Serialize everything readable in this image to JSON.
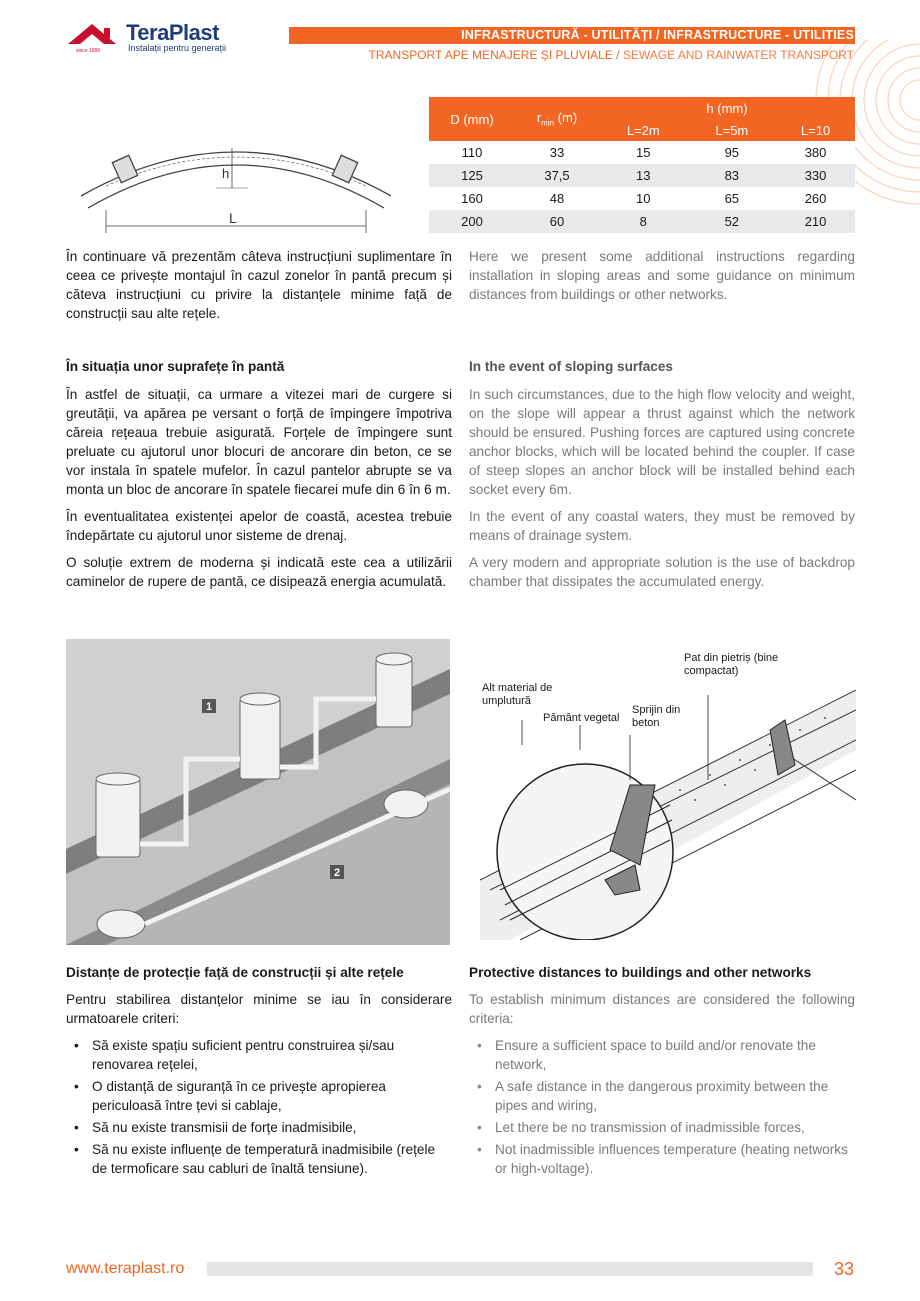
{
  "header": {
    "logo_name": "TeraPlast",
    "logo_tagline": "Instalații pentru generații",
    "logo_since": "since 1896",
    "title": "INFRASTRUCTURĂ - UTILITĂȚI / INFRASTRUCTURE - UTILITIES",
    "subtitle_ro": "TRANSPORT APE MENAJERE ȘI PLUVIALE /",
    "subtitle_en": "SEWAGE AND RAINWATER TRANSPORT"
  },
  "diagram_pipe": {
    "label_h": "h",
    "label_L": "L"
  },
  "table": {
    "col_d": "D (mm)",
    "col_r": "r",
    "col_r_sub": "min",
    "col_r_unit": "(m)",
    "col_h": "h (mm)",
    "sub_cols": [
      "L=2m",
      "L=5m",
      "L=10"
    ],
    "rows": [
      [
        "110",
        "33",
        "15",
        "95",
        "380"
      ],
      [
        "125",
        "37,5",
        "13",
        "83",
        "330"
      ],
      [
        "160",
        "48",
        "10",
        "65",
        "260"
      ],
      [
        "200",
        "60",
        "8",
        "52",
        "210"
      ]
    ]
  },
  "ro": {
    "intro": "În continuare vă prezentăm câteva instrucțiuni suplimentare în ceea ce privește montajul în cazul zonelor în pantă precum și căteva instrucțiuni cu privire la distanțele minime față de construcții sau alte rețele.",
    "h1": "În situația unor suprafețe în pantă",
    "p1": "În astfel de situații, ca urmare a vitezei mari de curgere si greutății, va apărea pe versant o forță de împingere împotriva căreia rețeaua trebuie asigurată. Forțele de împingere sunt preluate cu ajutorul unor blocuri de ancorare din beton, ce se vor instala în spatele mufelor. În cazul pantelor abrupte se va monta un bloc de ancorare în spatele fiecarei mufe din 6 în 6 m.",
    "p2": "În eventualitatea existenței apelor de coastă, acestea trebuie îndepărtate cu ajutorul unor sisteme de drenaj.",
    "p3": "O soluție extrem de moderna și indicată este cea a utilizării caminelor de rupere de pantă, ce disipează energia acumulată.",
    "h2": "Distanțe de protecție față de construcții și alte rețele",
    "p4": "Pentru stabilirea distanțelor minime se iau în considerare urmatoarele criteri:",
    "bullets": [
      "Să existe spațiu suficient pentru construirea și/sau renovarea rețelei,",
      "O distanță de siguranță în ce privește apropierea periculoasă între țevi si cablaje,",
      "Să nu existe transmisii de forțe inadmisibile,",
      "Să nu existe influențe de temperatură inadmisibile (rețele de termoficare sau cabluri de înaltă tensiune)."
    ]
  },
  "en": {
    "intro": "Here we present some additional instructions regarding installation in sloping areas and some guidance on minimum distances from buildings or other networks.",
    "h1": "In the event of sloping surfaces",
    "p1": "In such circumstances, due to the high flow velocity and weight, on the slope will appear a thrust against which the network should be ensured. Pushing forces are captured using concrete anchor blocks, which will be located behind the coupler. If case of steep slopes an anchor block will be installed behind each socket every 6m.",
    "p2": "In the event of any coastal waters, they must be removed by means of drainage system.",
    "p3": "A very modern and appropriate solution is the use of backdrop chamber that dissipates the accumulated energy.",
    "h2": "Protective distances to buildings and other networks",
    "p4": "To establish minimum distances are considered the following criteria:",
    "bullets": [
      "Ensure a sufficient space to build and/or renovate the network,",
      "A safe distance in the dangerous proximity between the pipes and wiring,",
      "Let there be no transmission of inadmissible forces,",
      "Not inadmissible influences temperature (heating networks or high-voltage)."
    ]
  },
  "figure_chambers": {
    "label1": "1",
    "label2": "2"
  },
  "figure_anchor": {
    "label_gravel": "Pat din pietriș (bine compactat)",
    "label_fill": "Alt material de umplutură",
    "label_topsoil": "Pământ vegetal",
    "label_support": "Sprijin din beton"
  },
  "footer": {
    "url": "www.teraplast.ro",
    "page": "33"
  },
  "colors": {
    "accent": "#f26522",
    "brand": "#1f3d7a",
    "row_alt": "#e8e9eb"
  }
}
